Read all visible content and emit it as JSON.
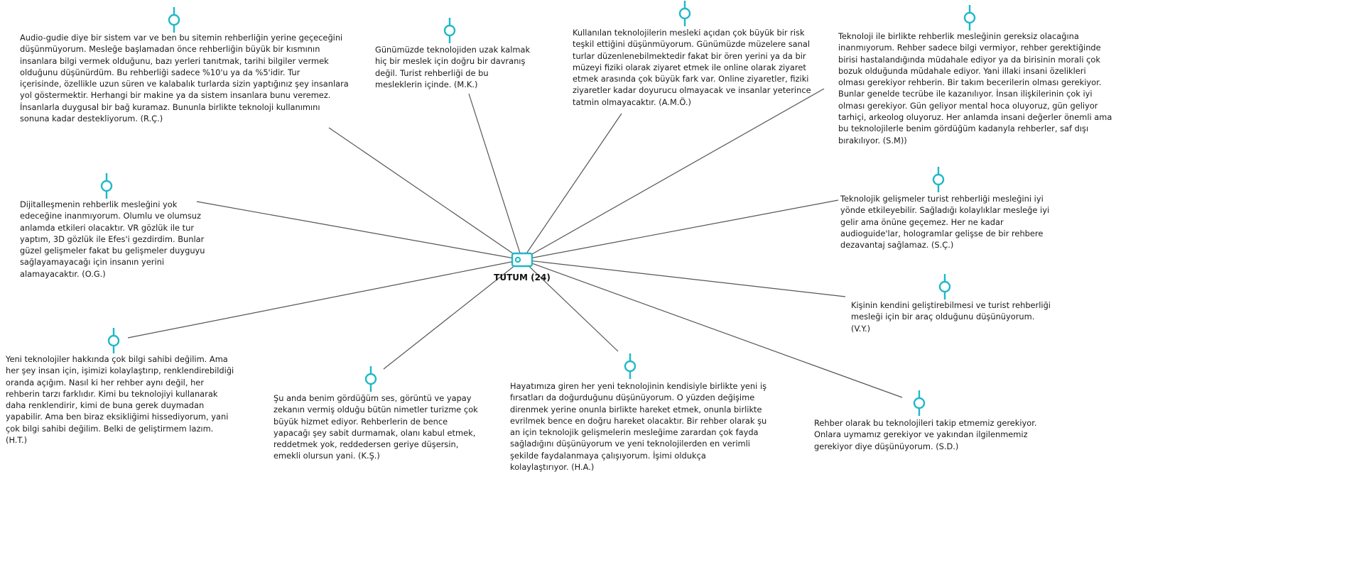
{
  "center": {
    "label": "TUTUM (24)",
    "icon": "tag-icon"
  },
  "colors": {
    "accent": "#1eb8c8",
    "line": "#555555",
    "text": "#1a1a1a"
  },
  "quotes": [
    {
      "id": "rc",
      "lines": [
        "Audio-gudie diye bir sistem var ve ben bu sitemin rehberliğin yerine geçeceğini",
        "düşünmüyorum. Mesleğe başlamadan önce rehberliğin büyük bir kısmının",
        "insanlara bilgi vermek olduğunu, bazı yerleri tanıtmak, tarihi bilgiler vermek",
        "olduğunu düşünürdüm. Bu rehberliği sadece %10'u ya da %5'idir. Tur",
        "içerisinde, özellikle uzun süren ve kalabalık turlarda sizin yaptığınız şey insanlara",
        "yol göstermektir. Herhangi bir makine ya da sistem insanlara bunu veremez.",
        "İnsanlarla duygusal bir bağ kuramaz.  Bununla birlikte teknoloji kullanımını",
        "sonuna kadar destekliyorum. (R.Ç.)"
      ]
    },
    {
      "id": "mk",
      "lines": [
        "Günümüzde teknolojiden uzak kalmak",
        "hiç bir meslek için doğru bir davranış",
        "değil. Turist rehberliği de bu",
        "mesleklerin içinde. (M.K.)"
      ]
    },
    {
      "id": "amo",
      "lines": [
        "Kullanılan teknolojilerin mesleki açıdan çok büyük bir risk",
        "teşkil ettiğini düşünmüyorum. Günümüzde müzelere sanal",
        "turlar düzenlenebilmektedir fakat bir ören yerini ya da bir",
        "müzeyi fiziki olarak ziyaret etmek ile online olarak ziyaret",
        "etmek arasında çok büyük fark var. Online ziyaretler, fiziki",
        "ziyaretler kadar doyurucu olmayacak ve insanlar yeterince",
        "tatmin olmayacaktır. (A.M.Ö.)"
      ]
    },
    {
      "id": "sm",
      "lines": [
        "Teknoloji ile birlikte rehberlik mesleğinin gereksiz olacağına",
        "inanmıyorum. Rehber sadece bilgi vermiyor, rehber gerektiğinde",
        "birisi hastalandığında müdahale ediyor ya da birisinin morali çok",
        "bozuk olduğunda müdahale ediyor. Yani illaki insani özelikleri",
        "olması gerekiyor rehberin. Bir takım becerilerin olması gerekiyor.",
        "Bunlar genelde tecrübe ile kazanılıyor. İnsan ilişkilerinin çok iyi",
        "olması gerekiyor. Gün geliyor mental hoca oluyoruz, gün geliyor",
        "tarhiçi, arkeolog oluyoruz. Her anlamda insani değerler önemli ama",
        "bu teknolojilerle benim gördüğüm kadanyla rehberler, saf dışı",
        "bırakılıyor. (S.M))"
      ]
    },
    {
      "id": "og",
      "lines": [
        "Dijitalleşmenin rehberlik mesleğini yok",
        "edeceğine inanmıyorum. Olumlu ve olumsuz",
        "anlamda etkileri olacaktır. VR gözlük ile tur",
        "yaptım, 3D gözlük ile Efes'i gezdirdim. Bunlar",
        "güzel gelişmeler fakat bu gelişmeler duyguyu",
        "sağlayamayacağı için insanın yerini",
        "alamayacaktır. (O.G.)"
      ]
    },
    {
      "id": "sc",
      "lines": [
        "Teknolojik gelişmeler turist rehberliği mesleğini iyi",
        "yönde etkileyebilir. Sağladığı kolaylıklar mesleğe iyi",
        "gelir ama önüne geçemez. Her ne kadar",
        "audioguide'lar, hologramlar gelişse de bir rehbere",
        "dezavantaj sağlamaz. (S.Ç.)"
      ]
    },
    {
      "id": "vy",
      "lines": [
        "Kişinin kendini geliştirebilmesi ve turist rehberliği",
        "mesleği için bir araç olduğunu düşünüyorum.",
        "(V.Y.)"
      ]
    },
    {
      "id": "ht",
      "lines": [
        "Yeni teknolojiler hakkında çok bilgi sahibi değilim. Ama",
        "her şey insan için, işimizi kolaylaştırıp, renklendirebildiği",
        "oranda açığım. Nasıl ki her rehber aynı değil, her",
        "rehberin tarzı farklıdır. Kimi bu teknolojiyi kullanarak",
        "daha renklendirir, kimi de buna gerek duymadan",
        "yapabilir. Ama ben biraz eksikliğimi hissediyorum, yani",
        "çok bilgi sahibi değilim. Belki de geliştirmem lazım.",
        "(H.T.)"
      ]
    },
    {
      "id": "ks",
      "lines": [
        "Şu anda benim gördüğüm ses, görüntü ve yapay",
        "zekanın vermiş olduğu bütün nimetler turizme çok",
        "büyük hizmet ediyor.  Rehberlerin de bence",
        "yapacağı şey sabit durmamak, olanı kabul etmek,",
        "reddetmek yok, reddedersen geriye düşersin,",
        "emekli olursun yani. (K.Ş.)"
      ]
    },
    {
      "id": "ha",
      "lines": [
        "Hayatımıza giren her yeni teknolojinin kendisiyle birlikte yeni iş",
        "fırsatları da doğurduğunu düşünüyorum. O yüzden değişime",
        "direnmek yerine onunla birlikte hareket etmek, onunla birlikte",
        "evrilmek bence en doğru hareket olacaktır. Bir rehber olarak şu",
        "an için teknolojik gelişmelerin mesleğime zarardan çok fayda",
        "sağladığını düşünüyorum ve yeni teknolojilerden en verimli",
        "şekilde faydalanmaya çalışıyorum. İşimi oldukça",
        "kolaylaştırıyor. (H.A.)"
      ]
    },
    {
      "id": "sd",
      "lines": [
        "Rehber olarak bu teknolojileri takip etmemiz gerekiyor.",
        "Onlara uymamız gerekiyor ve  yakından ilgilenmemiz",
        "gerekiyor diye düşünüyorum.  (S.D.)"
      ]
    }
  ]
}
